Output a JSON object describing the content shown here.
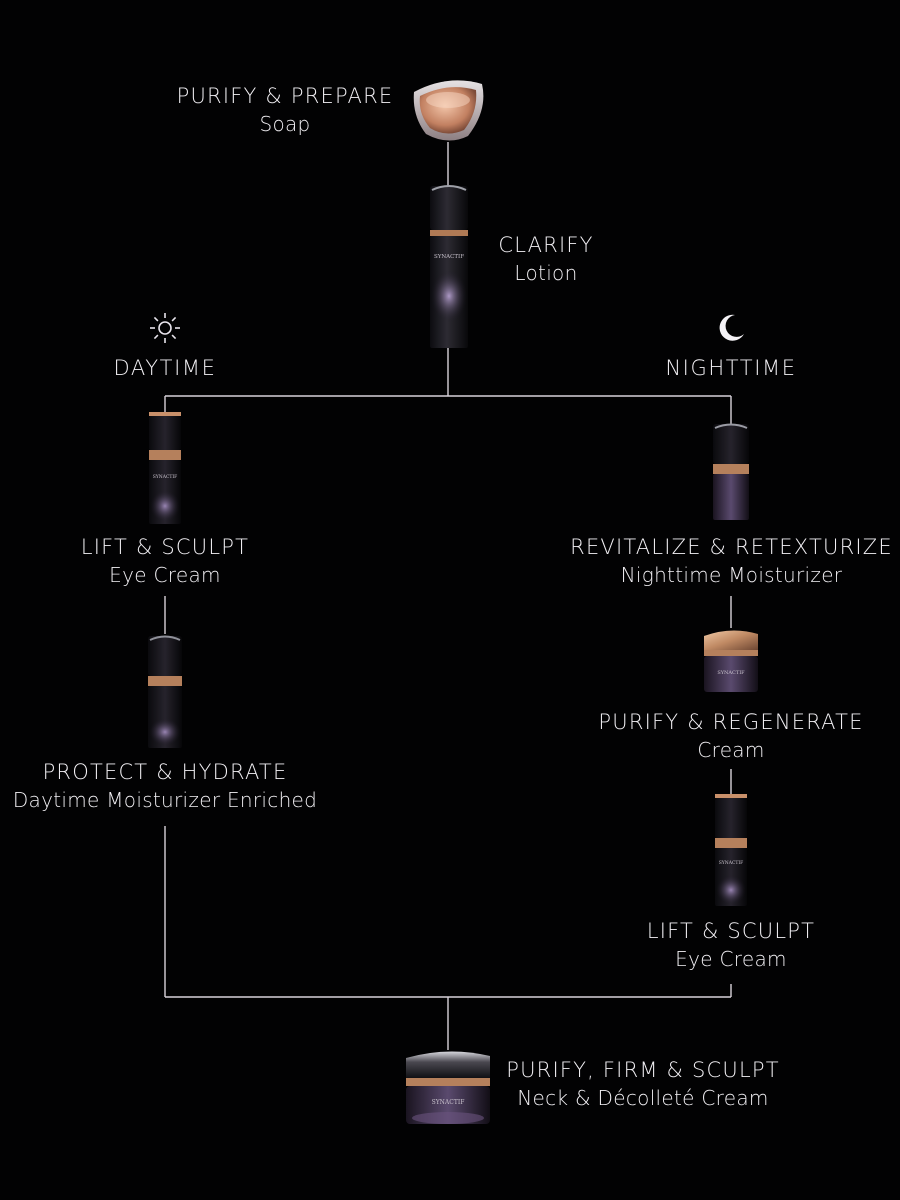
{
  "sections": {
    "daytime": "DAYTIME",
    "nighttime": "NIGHTTIME"
  },
  "icons": {
    "daytime": "sun-icon",
    "nighttime": "moon-icon"
  },
  "steps": {
    "soap": {
      "title": "PURIFY & PREPARE",
      "subtitle": "Soap"
    },
    "lotion": {
      "title": "CLARIFY",
      "subtitle": "Lotion",
      "bottle_text": "SYNACTIF"
    },
    "day_eye": {
      "title": "LIFT & SCULPT",
      "subtitle": "Eye Cream",
      "bottle_text": "SYNACTIF"
    },
    "day_moist": {
      "title": "PROTECT & HYDRATE",
      "subtitle": "Daytime Moisturizer Enriched"
    },
    "night_moist": {
      "title": "REVITALIZE & RETEXTURIZE",
      "subtitle": "Nighttime Moisturizer"
    },
    "night_cream": {
      "title": "PURIFY & REGENERATE",
      "subtitle": "Cream",
      "jar_text": "SYNACTIF"
    },
    "night_eye": {
      "title": "LIFT & SCULPT",
      "subtitle": "Eye Cream",
      "bottle_text": "SYNACTIF"
    },
    "neck": {
      "title": "PURIFY, FIRM & SCULPT",
      "subtitle": "Neck & Décolleté Cream",
      "jar_text": "SYNACTIF"
    }
  },
  "colors": {
    "background": "#020203",
    "line": "#d8d2da",
    "gold": "#c9906a",
    "violet": "#a58dc4"
  }
}
